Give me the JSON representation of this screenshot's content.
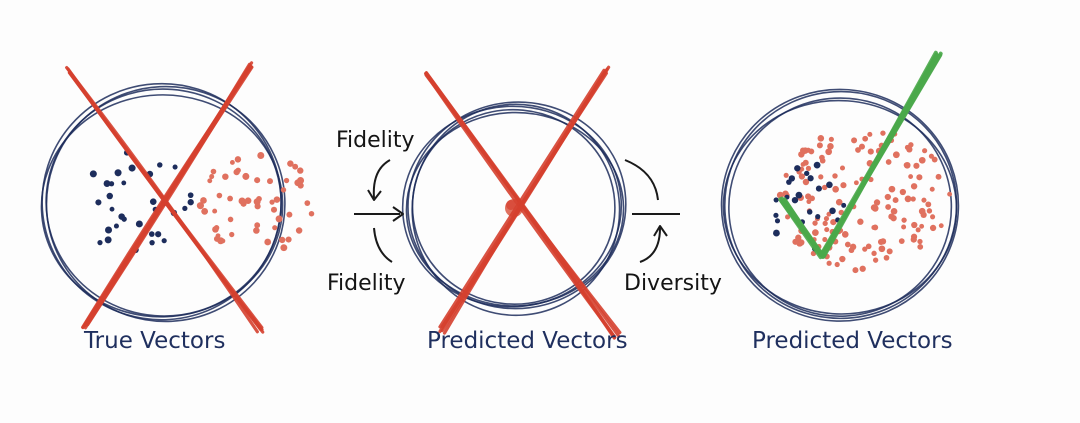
{
  "panels": [
    {
      "caption": "True Vectors",
      "mark": "red-x"
    },
    {
      "caption": "Predicted Vectors",
      "mark": "red-x"
    },
    {
      "caption": "Predicted Vectors",
      "mark": "green-check"
    }
  ],
  "arrows": {
    "fidelity_top": "Fidelity",
    "fidelity_bottom": "Fidelity",
    "diversity": "Diversity"
  },
  "colors": {
    "true_dots": "#1d2d5c",
    "predicted_dots": "#e0715f",
    "ink": "#1d2d5c",
    "cross": "#d5402f",
    "check": "#4aa94a",
    "arrow": "#1a1a1a"
  }
}
